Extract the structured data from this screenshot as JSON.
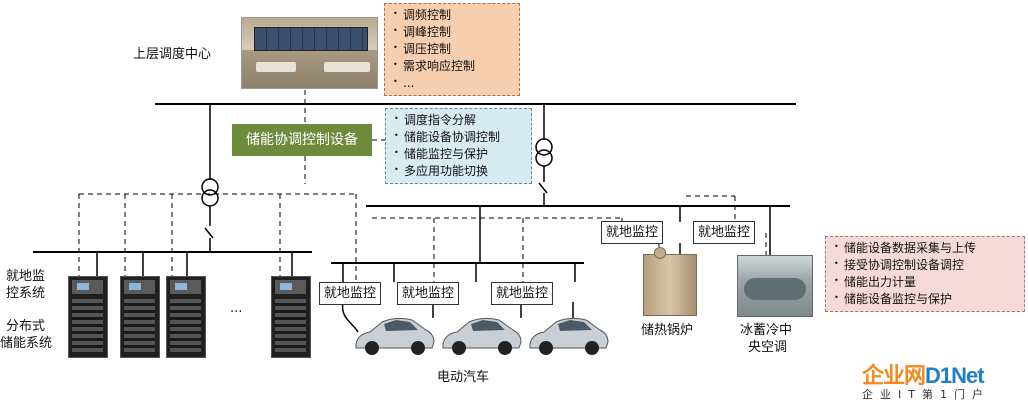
{
  "dispatch_center": {
    "label": "上层调度中心"
  },
  "dispatch_functions": [
    "调频控制",
    "调峰控制",
    "调压控制",
    "需求响应控制",
    "..."
  ],
  "controller": {
    "label": "储能协调控制设备"
  },
  "controller_functions": [
    "调度指令分解",
    "储能设备协调控制",
    "储能监控与保护",
    "多应用功能切换"
  ],
  "storage": {
    "monitor_label": "就地监控系统",
    "monitor_line1": "就地监",
    "monitor_line2": "控系统",
    "system_line1": "分布式",
    "system_line2": "储能系统",
    "ellipsis": "..."
  },
  "local_monitor": "就地监控",
  "ev": {
    "label": "电动汽车"
  },
  "boiler": {
    "label": "储热锅炉"
  },
  "chiller": {
    "label_line1": "冰蓄冷中",
    "label_line2": "央空调"
  },
  "local_functions": [
    "储能设备数据采集与上传",
    "接受协调控制设备调控",
    "储能出力计量",
    "储能设备监控与保护"
  ],
  "logo": {
    "brand_a": "企业网",
    "brand_b": "D1Net",
    "tagline": "企业IT第1门户",
    "color_a": "#f08a1c",
    "color_b": "#1e7fc8"
  }
}
